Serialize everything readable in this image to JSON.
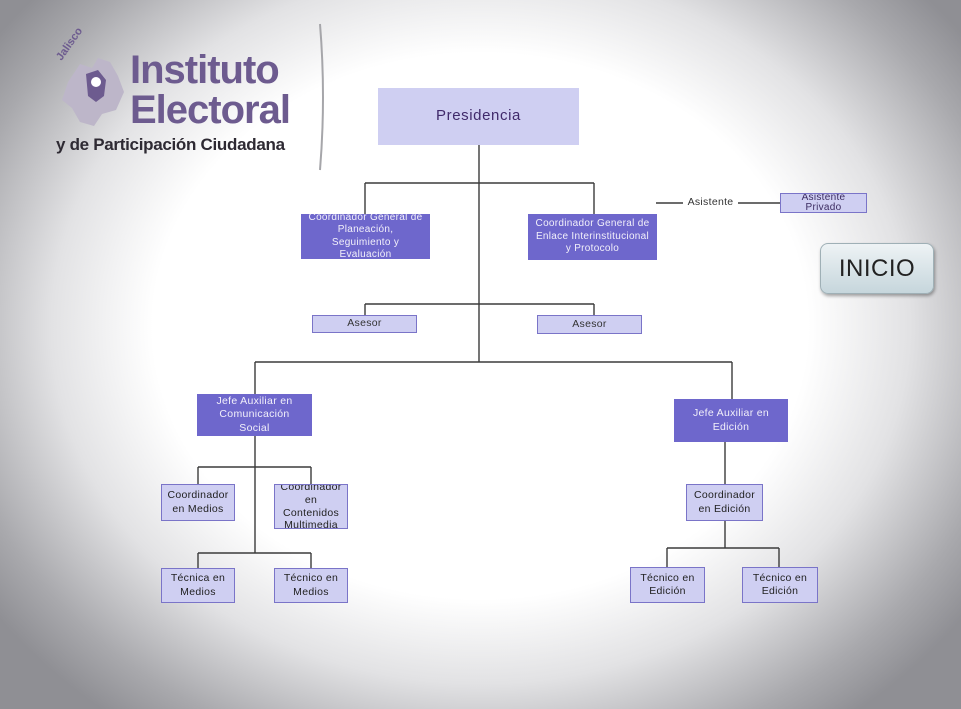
{
  "logo": {
    "state": "Jalisco",
    "line1": "Instituto",
    "line2": "Electoral",
    "line3": "y de Participación Ciudadana"
  },
  "org": {
    "presidencia": "Presidencia",
    "asistente": "Asistente",
    "asistente_privado": "Asistente Privado",
    "coord_planeacion": "Coordinador General de Planeación, Seguimiento y Evaluación",
    "coord_enlace": "Coordinador General de Enlace Interinstitucional y Protocolo",
    "asesor_1": "Asesor",
    "asesor_2": "Asesor",
    "jefe_comunicacion": "Jefe Auxiliar en Comunicación Social",
    "jefe_edicion": "Jefe Auxiliar en Edición",
    "coord_medios": "Coordinador en Medios",
    "coord_contenidos": "Coordinador en Contenidos Multimedia",
    "coord_edicion": "Coordinador en Edición",
    "tecnica_medios": "Técnica en Medios",
    "tecnico_medios": "Técnico en Medios",
    "tecnico_edicion_1": "Técnico en Edición",
    "tecnico_edicion_2": "Técnico en Edición"
  },
  "nav": {
    "inicio": "INICIO"
  },
  "colors": {
    "box_dark": "#6e67cc",
    "box_light": "#cfcff2",
    "brand": "#6d5b8f"
  }
}
